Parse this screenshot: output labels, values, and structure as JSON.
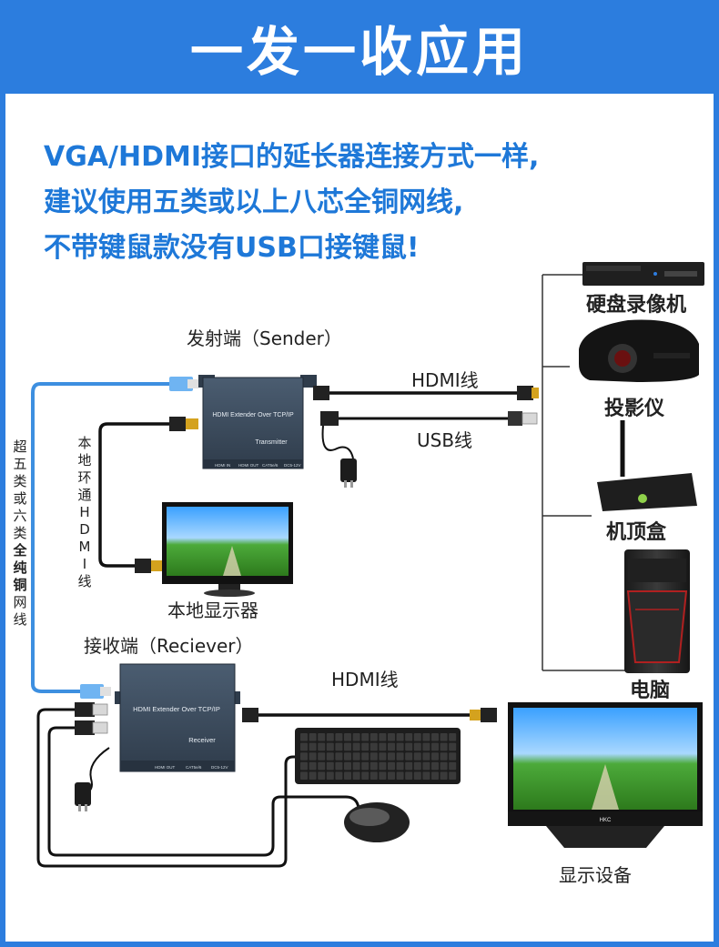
{
  "header": {
    "title": "一发一收应用"
  },
  "intro": {
    "lines": [
      "VGA/HDMI接口的延长器连接方式一样,",
      "建议使用五类或以上八芯全铜网线,",
      "不带键鼠款没有USB口接键鼠!"
    ]
  },
  "labels": {
    "sender": "发射端（Sender）",
    "receiver": "接收端（Reciever）",
    "hdmi_cable_top": "HDMI线",
    "usb_cable": "USB线",
    "hdmi_cable_bottom": "HDMI线",
    "local_display": "本地显示器",
    "display_device": "显示设备"
  },
  "sources": {
    "dvr": "硬盘录像机",
    "projector": "投影仪",
    "settop": "机顶盒",
    "pc": "电脑"
  },
  "vertical": {
    "loop": [
      "本",
      "地",
      "环",
      "通",
      "H",
      "D",
      "M",
      "I",
      "线"
    ],
    "cable": [
      "超",
      "五",
      "类",
      "或",
      "六",
      "类",
      "全",
      "纯",
      "铜",
      "网",
      "线"
    ]
  },
  "devices": {
    "transmitter": {
      "title": "HDMI Extender Over TCP/IP",
      "role": "Transmitter",
      "ports": [
        "HDMI IN",
        "HDMI OUT",
        "CAT5e/6",
        "DC5-12V"
      ]
    },
    "receiver": {
      "title": "HDMI Extender Over TCP/IP",
      "role": "Receiver",
      "ports": [
        "HDMI OUT",
        "CAT5e/6",
        "DC5-12V"
      ]
    },
    "monitor_brand": "HKC"
  },
  "colors": {
    "accent": "#2c7dde",
    "intro_text": "#1e78d8",
    "network_cable": "#3d8fe0",
    "box": "#3a4a5c"
  }
}
